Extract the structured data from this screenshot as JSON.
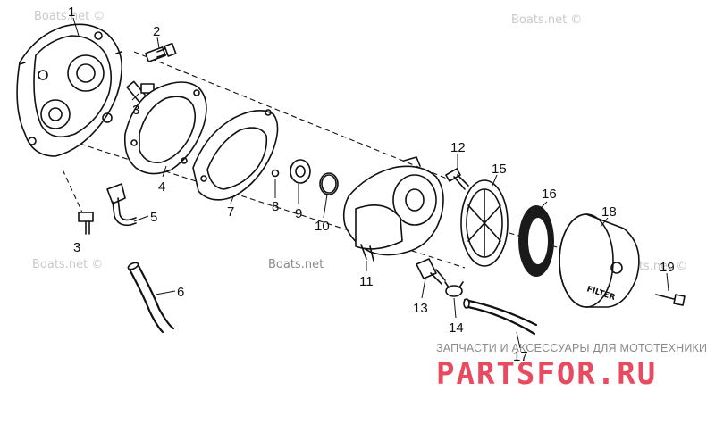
{
  "watermarks": [
    "Boats.net ©",
    "Boats.net ©",
    "Boats.net ©",
    "Boats.net ©",
    "Boats.net"
  ],
  "brand": {
    "subtitle": "ЗАПЧАСТИ И АКСЕССУАРЫ ДЛЯ МОТОТЕХНИКИ",
    "logo": "PARTSFOR.RU",
    "logo_color": "#e84a5f"
  },
  "filter_label": "FILTER",
  "callouts": [
    {
      "id": "1",
      "label": "1"
    },
    {
      "id": "2",
      "label": "2"
    },
    {
      "id": "3a",
      "label": "3"
    },
    {
      "id": "3b",
      "label": "3"
    },
    {
      "id": "4",
      "label": "4"
    },
    {
      "id": "5",
      "label": "5"
    },
    {
      "id": "6",
      "label": "6"
    },
    {
      "id": "7",
      "label": "7"
    },
    {
      "id": "8",
      "label": "8"
    },
    {
      "id": "9",
      "label": "9"
    },
    {
      "id": "10",
      "label": "10"
    },
    {
      "id": "11",
      "label": "11"
    },
    {
      "id": "12",
      "label": "12"
    },
    {
      "id": "13",
      "label": "13"
    },
    {
      "id": "14",
      "label": "14"
    },
    {
      "id": "15",
      "label": "15"
    },
    {
      "id": "16",
      "label": "16"
    },
    {
      "id": "17",
      "label": "17"
    },
    {
      "id": "18",
      "label": "18"
    },
    {
      "id": "19",
      "label": "19"
    }
  ]
}
